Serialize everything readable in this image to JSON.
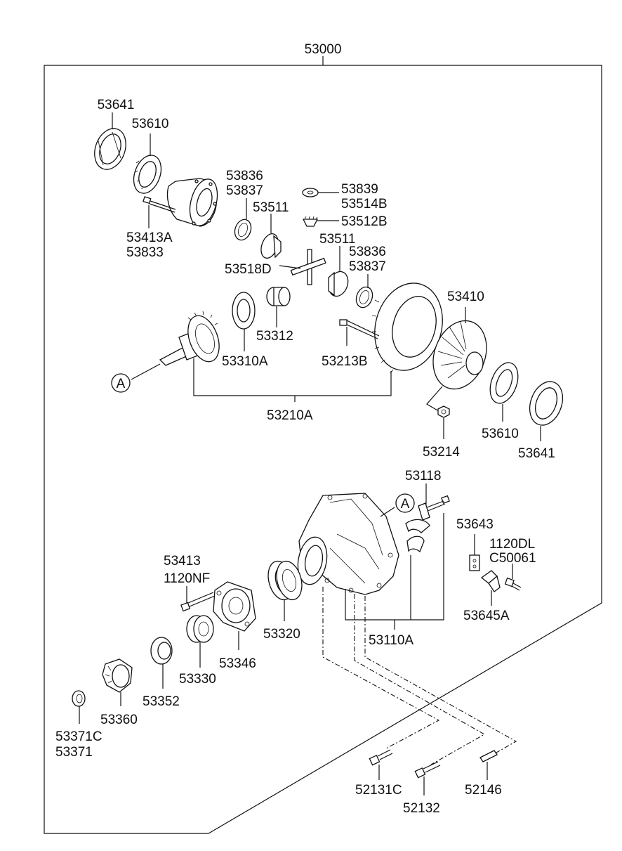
{
  "assembly": {
    "number": "53000"
  },
  "callouts": {
    "a_upper": "A",
    "a_lower": "A"
  },
  "labels": {
    "l53641_top": "53641",
    "l53610_top": "53610",
    "l53413A": "53413A",
    "l53833": "53833",
    "l53836_a": "53836",
    "l53837_a": "53837",
    "l53511_a": "53511",
    "l53839": "53839",
    "l53514B": "53514B",
    "l53512B": "53512B",
    "l53511_b": "53511",
    "l53836_b": "53836",
    "l53837_b": "53837",
    "l53518D": "53518D",
    "l53410": "53410",
    "l53312": "53312",
    "l53310A": "53310A",
    "l53213B": "53213B",
    "l53210A": "53210A",
    "l53214": "53214",
    "l53610_bot": "53610",
    "l53641_bot": "53641",
    "l53118": "53118",
    "l53643": "53643",
    "l1120DL": "1120DL",
    "lC50061": "C50061",
    "l53645A": "53645A",
    "l53413": "53413",
    "l1120NF": "1120NF",
    "l53320": "53320",
    "l53110A": "53110A",
    "l53346": "53346",
    "l53330": "53330",
    "l53352": "53352",
    "l53360": "53360",
    "l53371C": "53371C",
    "l53371": "53371",
    "l52131C": "52131C",
    "l52132": "52132",
    "l52146": "52146"
  }
}
